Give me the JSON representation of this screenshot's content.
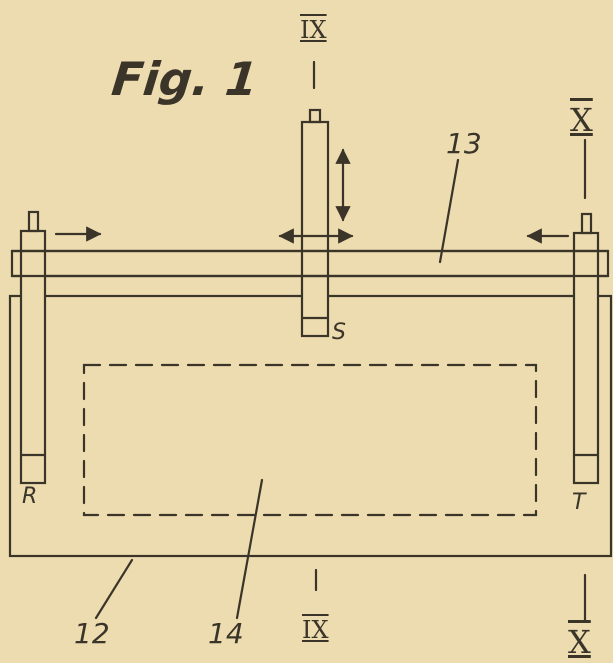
{
  "figure": {
    "title": "Fig. 1",
    "labels": {
      "bar": "13",
      "frame": "12",
      "region": "14",
      "slider": "S",
      "left_rod": "R",
      "right_rod": "T"
    },
    "sections": {
      "ix_top": "IX",
      "ix_bottom": "IX",
      "x_top": "X",
      "x_bottom": "X"
    }
  }
}
